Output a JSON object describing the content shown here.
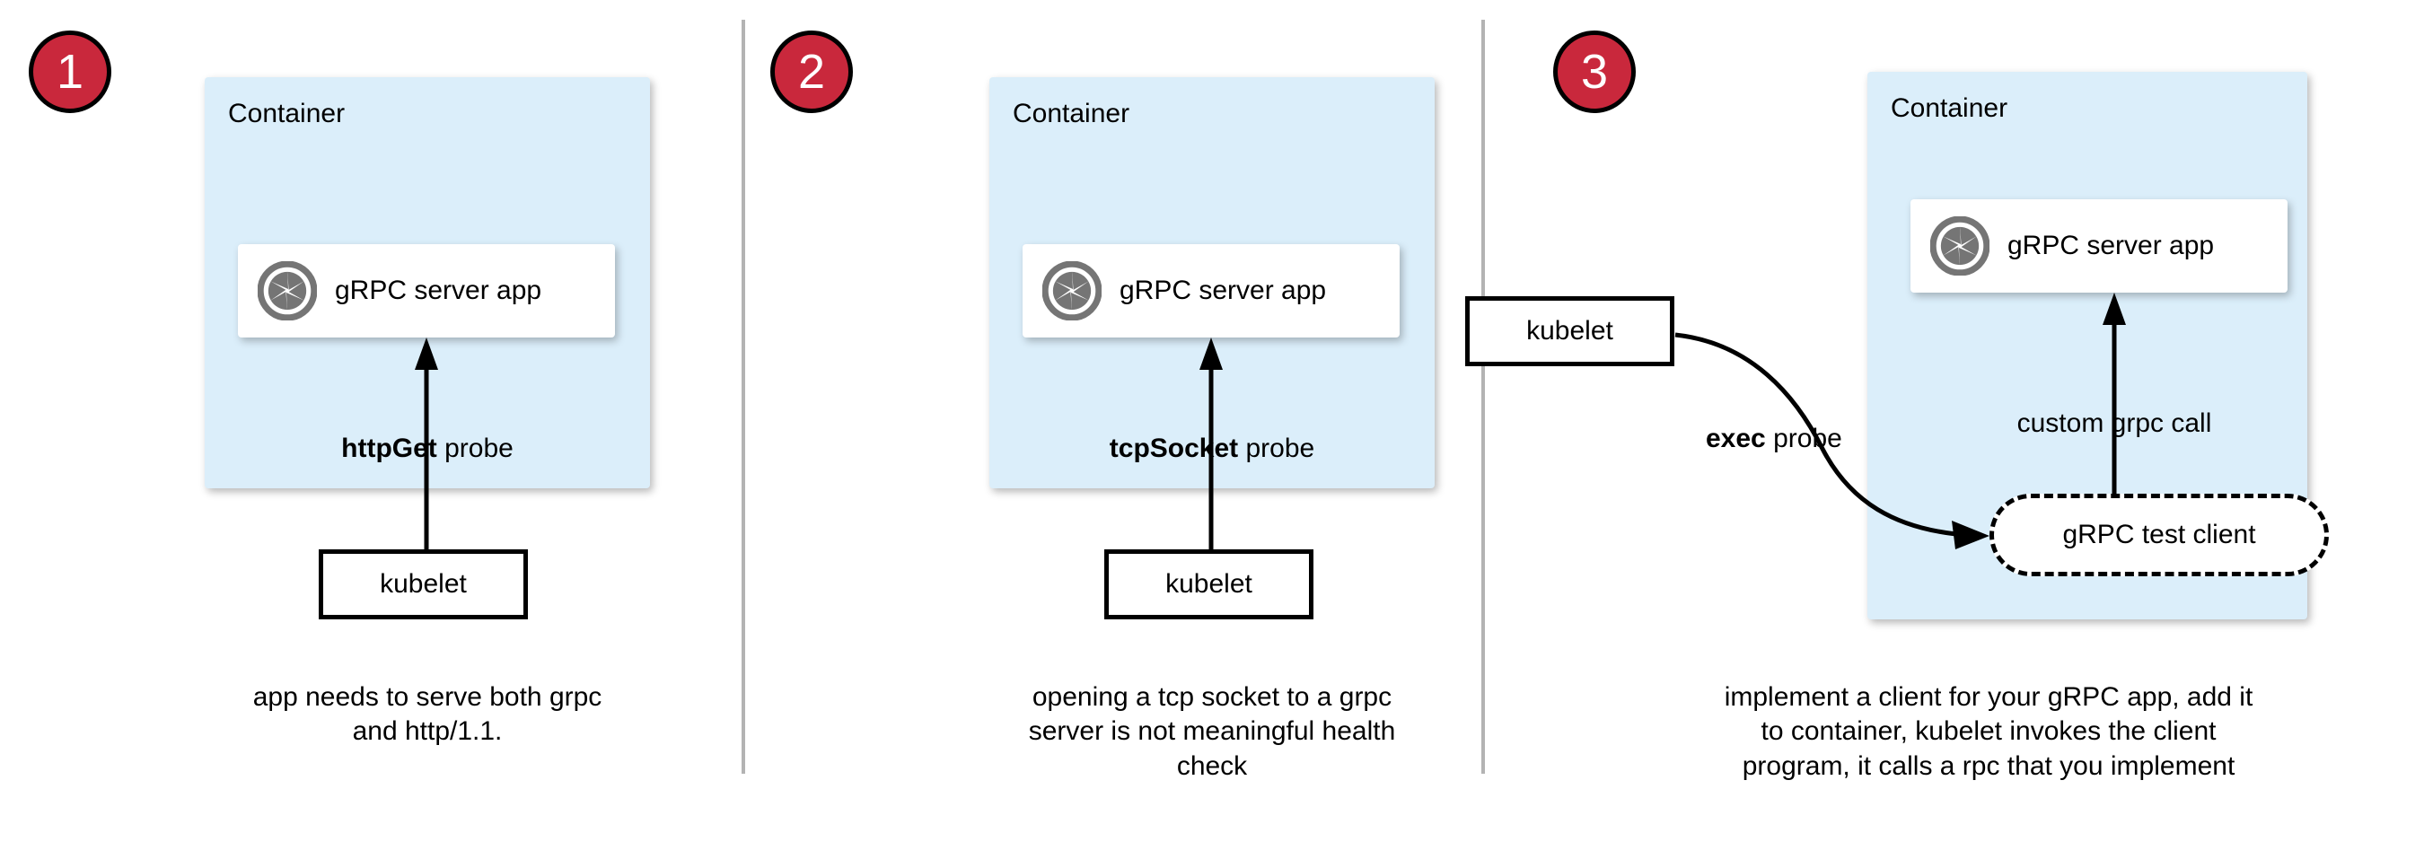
{
  "diagram": {
    "title": "gRPC health probe approaches in Kubernetes",
    "panel_count": 3,
    "colors": {
      "badge_fill": "#C9283C",
      "badge_border": "#000000",
      "badge_text": "#ffffff",
      "container_fill": "#DBEEFA",
      "card_fill": "#ffffff",
      "stroke": "#000000",
      "divider": "#B3B3B3",
      "icon_gray": "#757575"
    }
  },
  "panels": [
    {
      "number": "1",
      "container_label": "Container",
      "app_label": "gRPC server app",
      "app_icon": "grpc-aperture-icon",
      "probe_label_bold": "httpGet",
      "probe_label_rest": " probe",
      "kubelet_label": "kubelet",
      "caption": "app needs to serve both grpc and http/1.1.",
      "caption_lines": [
        "app needs to serve both grpc",
        "and http/1.1."
      ]
    },
    {
      "number": "2",
      "container_label": "Container",
      "app_label": "gRPC server app",
      "app_icon": "grpc-aperture-icon",
      "probe_label_bold": "tcpSocket",
      "probe_label_rest": " probe",
      "kubelet_label": "kubelet",
      "caption": "opening a tcp socket to a grpc server is not meaningful health check",
      "caption_lines": [
        "opening a tcp socket to a grpc",
        "server is not meaningful health",
        "check"
      ]
    },
    {
      "number": "3",
      "container_label": "Container",
      "app_label": "gRPC server app",
      "app_icon": "grpc-aperture-icon",
      "probe_label_bold": "exec",
      "probe_label_rest": " probe",
      "kubelet_label": "kubelet",
      "inner_call_label": "custom grpc call",
      "test_client_label": "gRPC test client",
      "caption": "implement a client for your gRPC app, add it to container, kubelet invokes the client program, it calls a rpc that you implement",
      "caption_lines": [
        "implement a client for your gRPC app, add it",
        "to container, kubelet invokes the client",
        "program, it calls a rpc that you implement"
      ]
    }
  ]
}
